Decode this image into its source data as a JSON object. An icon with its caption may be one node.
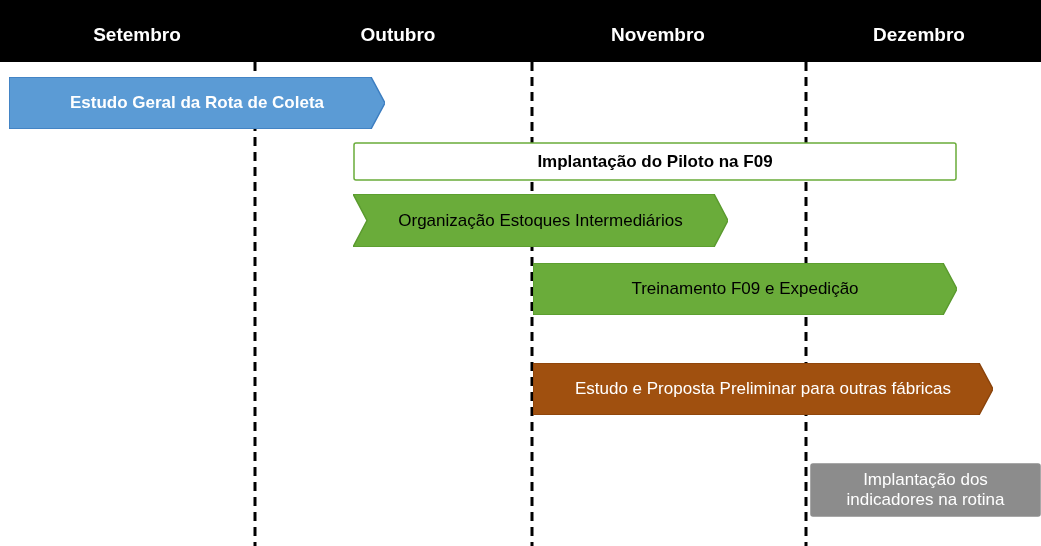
{
  "diagram": {
    "nodes": [
      {
        "text": [
          "Estudo Geral da Rota de Coleta"
        ]
      },
      {
        "text": [
          "Implantação do Piloto na F09"
        ]
      },
      {
        "text": [
          "Organização Estoques Intermediários"
        ]
      },
      {
        "text": [
          "Treinamento F09 e Expedição"
        ]
      },
      {
        "text": [
          "Estudo e Proposta Preliminar para outras fábricas"
        ]
      },
      {
        "text": [
          "Implantação dos indicadores na rotina"
        ]
      }
    ],
    "labels": [
      "Setembro",
      "Outubro",
      "Novembro",
      "Dezembro"
    ]
  }
}
